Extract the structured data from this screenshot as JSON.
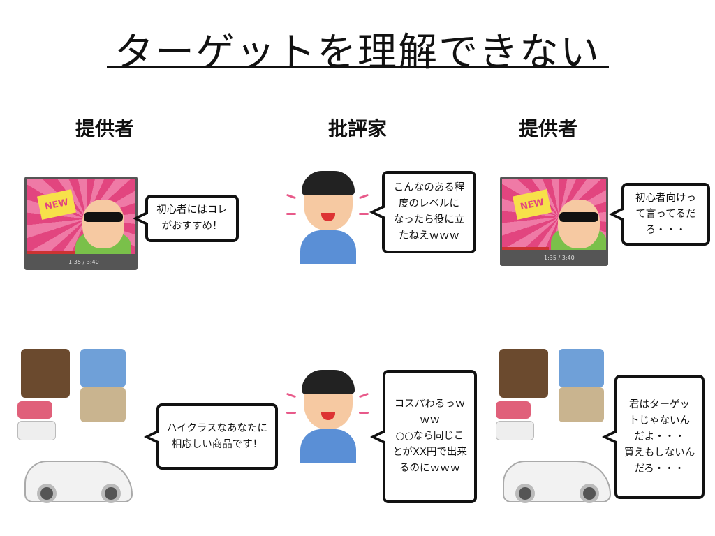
{
  "title": "ターゲットを理解できない",
  "headings": {
    "left": "提供者",
    "center": "批評家",
    "right": "提供者"
  },
  "video": {
    "badge": "NEW",
    "time": "1:35 / 3:40"
  },
  "bubbles": {
    "provider_top": [
      "初心者にはコレ",
      "がおすすめ！"
    ],
    "critic_top": [
      "こんなのある程",
      "度のレベルに",
      "なったら役に立",
      "たねえｗｗｗ"
    ],
    "right_top": [
      "初心者向けっ",
      "て言ってるだ",
      "ろ・・・"
    ],
    "provider_bottom": [
      "ハイクラスなあなたに",
      "相応しい商品です！"
    ],
    "critic_bottom": [
      "コスパわるっｗ",
      "ｗｗ",
      "○○なら同じこ",
      "とがXX円で出来",
      "るのにｗｗｗ"
    ],
    "right_bottom": [
      "君はターゲッ",
      "トじゃないん",
      "だよ・・・",
      "買えもしないん",
      "だろ・・・"
    ]
  },
  "colors": {
    "accent_pink": "#e2457f",
    "shirt_blue": "#5a8fd6"
  }
}
